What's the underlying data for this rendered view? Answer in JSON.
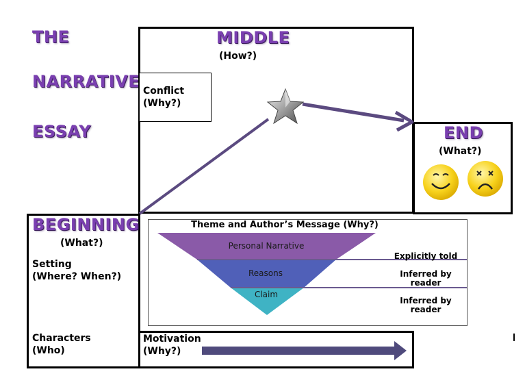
{
  "titles": {
    "line1": "THE",
    "line2": "NARRATIVE",
    "line3": "ESSAY"
  },
  "middle": {
    "title": "MIDDLE",
    "question": "(How?)"
  },
  "conflict": {
    "line1": "Conflict",
    "line2": "(Why?)"
  },
  "end": {
    "title": "END",
    "question": "(What?)"
  },
  "beginning": {
    "title": "BEGINNING",
    "question": "(What?)",
    "setting_line1": "Setting",
    "setting_line2": "(Where? When?)",
    "characters_line1": "Characters",
    "characters_line2": "(Who)"
  },
  "theme": {
    "title": "Theme and Author’s Message (Why?)",
    "layers": [
      "Personal Narrative",
      "Reasons",
      "Claim"
    ],
    "notes": [
      {
        "line1": "Explicitly told",
        "line2": ""
      },
      {
        "line1": "Inferred by",
        "line2": "reader"
      },
      {
        "line1": "Inferred by",
        "line2": "reader"
      }
    ]
  },
  "motivation": {
    "line1": "Motivation",
    "line2": "(Why?)"
  },
  "colors": {
    "title_purple": "#7a3fb0",
    "arrow_purple": "#5b4a80",
    "layer_top": "#8a5aa8",
    "layer_mid": "#5060b8",
    "layer_bottom": "#3fb3c4",
    "smiley_yellow": "#f7d21c"
  },
  "icons": [
    "star-icon",
    "happy-face-icon",
    "dizzy-face-icon"
  ]
}
